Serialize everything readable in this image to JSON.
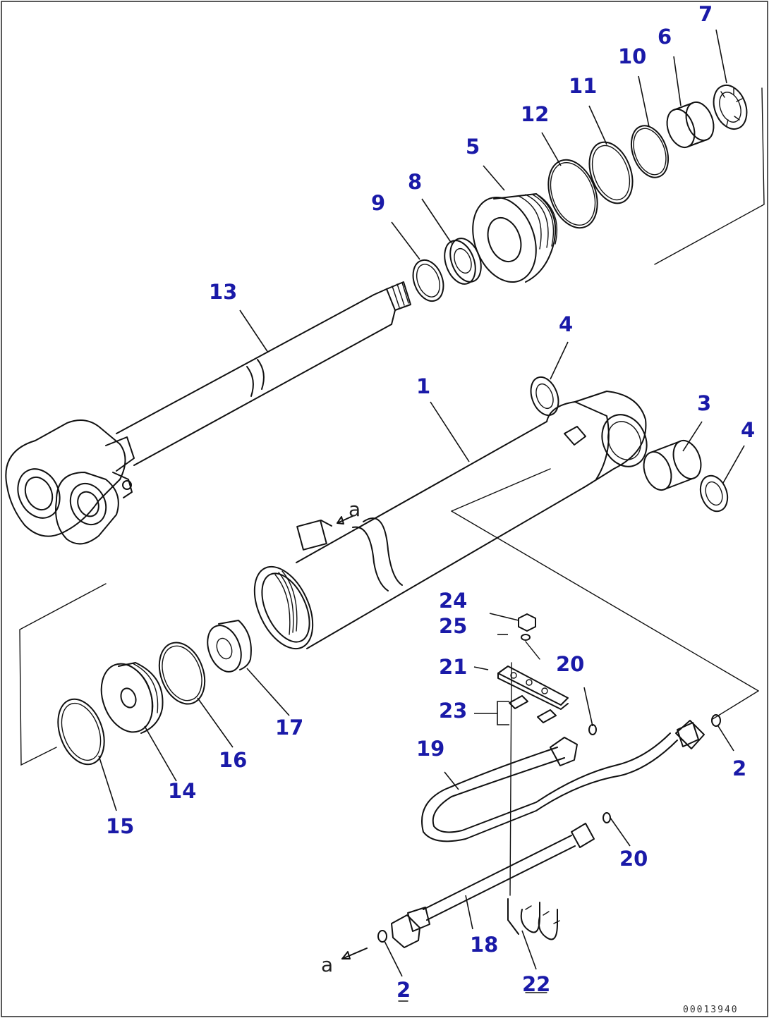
{
  "diagram": {
    "drawing_code": "00013940",
    "view_markers": [
      "a",
      "a"
    ],
    "callouts": [
      {
        "id": "c1",
        "label": "1"
      },
      {
        "id": "c2a",
        "label": "2"
      },
      {
        "id": "c2b",
        "label": "2"
      },
      {
        "id": "c3",
        "label": "3"
      },
      {
        "id": "c4a",
        "label": "4"
      },
      {
        "id": "c4b",
        "label": "4"
      },
      {
        "id": "c5",
        "label": "5"
      },
      {
        "id": "c6",
        "label": "6"
      },
      {
        "id": "c7",
        "label": "7"
      },
      {
        "id": "c8",
        "label": "8"
      },
      {
        "id": "c9",
        "label": "9"
      },
      {
        "id": "c10",
        "label": "10"
      },
      {
        "id": "c11",
        "label": "11"
      },
      {
        "id": "c12",
        "label": "12"
      },
      {
        "id": "c13",
        "label": "13"
      },
      {
        "id": "c14",
        "label": "14"
      },
      {
        "id": "c15",
        "label": "15"
      },
      {
        "id": "c16",
        "label": "16"
      },
      {
        "id": "c17",
        "label": "17"
      },
      {
        "id": "c18",
        "label": "18"
      },
      {
        "id": "c19",
        "label": "19"
      },
      {
        "id": "c20a",
        "label": "20"
      },
      {
        "id": "c20b",
        "label": "20"
      },
      {
        "id": "c21",
        "label": "21"
      },
      {
        "id": "c22",
        "label": "22"
      },
      {
        "id": "c23",
        "label": "23"
      },
      {
        "id": "c24",
        "label": "24"
      },
      {
        "id": "c25",
        "label": "25"
      }
    ]
  }
}
